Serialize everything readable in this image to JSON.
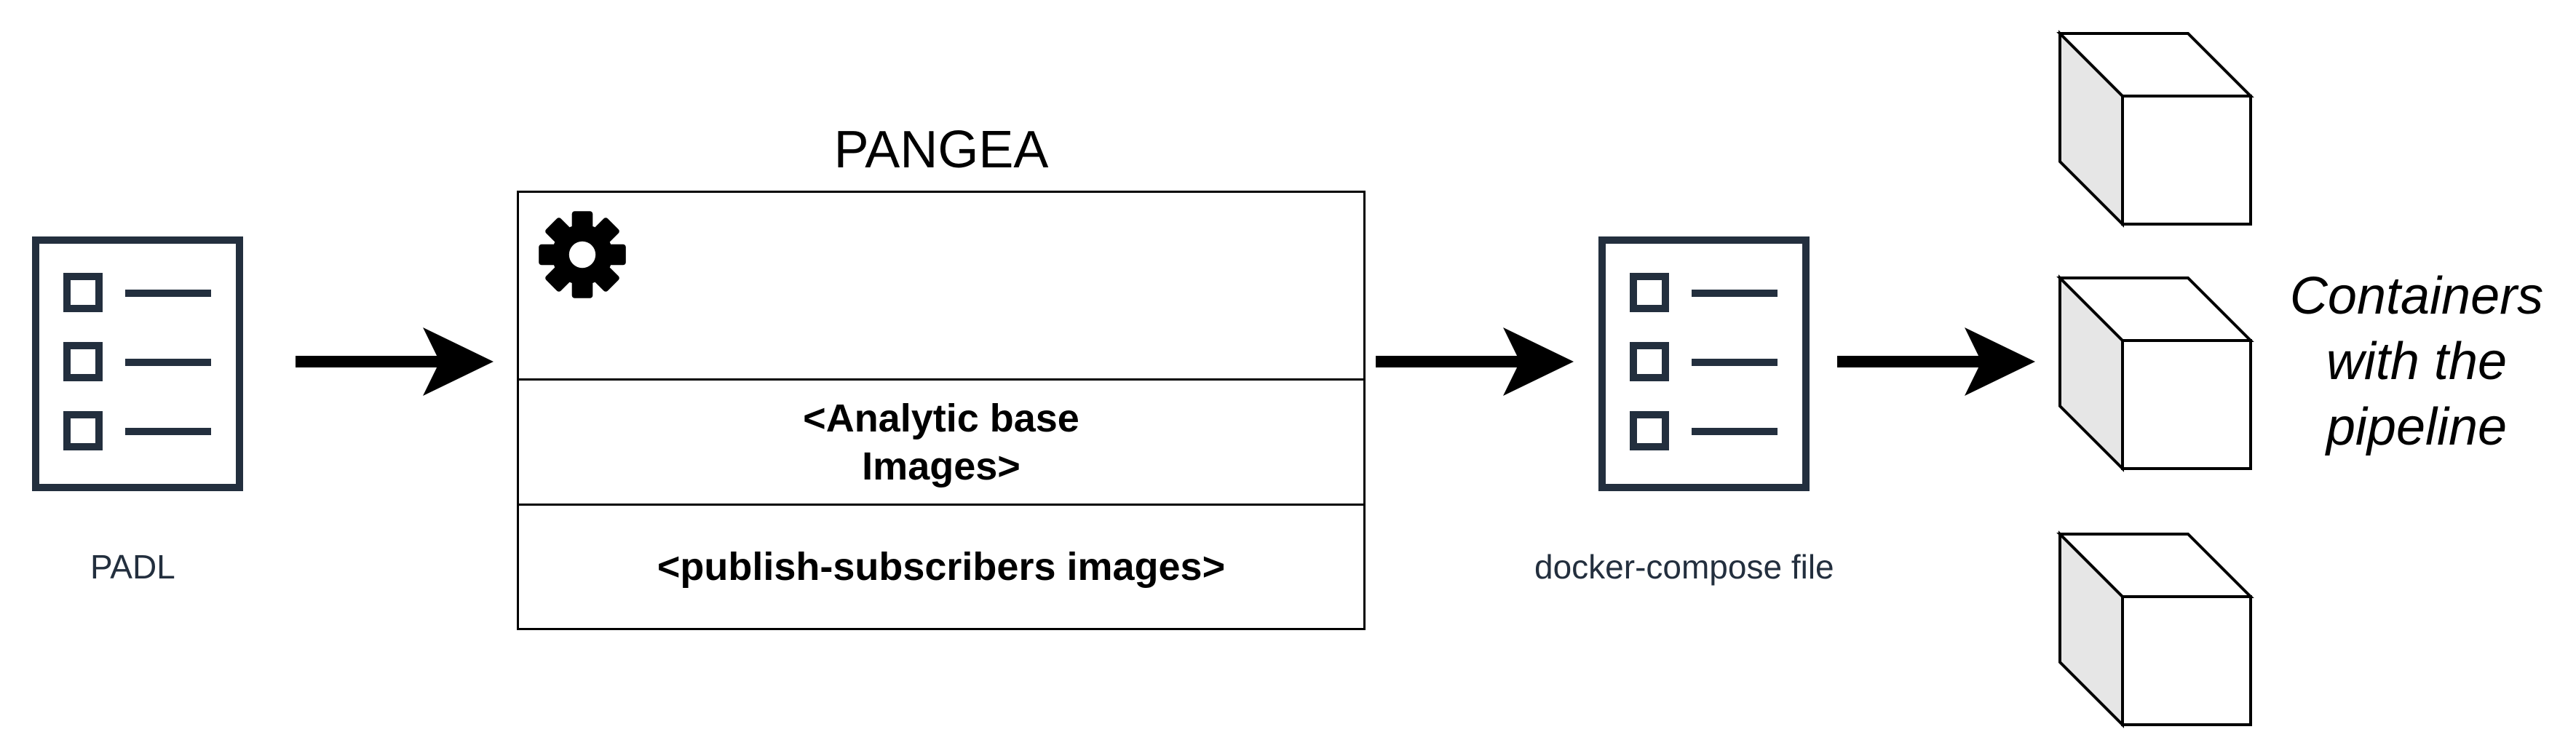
{
  "nodes": {
    "padl": {
      "label": "PADL"
    },
    "pangea": {
      "title": "PANGEA",
      "sections": [
        {
          "icon": "gear-icon"
        },
        {
          "line1": "<Analytic base",
          "line2": "Images>"
        },
        {
          "text": "<publish-subscribers images>"
        }
      ]
    },
    "compose": {
      "label": "docker-compose file"
    },
    "containers": {
      "line1": "Containers",
      "line2": "with the",
      "line3": "pipeline",
      "count": 3
    }
  },
  "icons": {
    "document": "checklist-document-icon",
    "container": "cube-icon",
    "arrow": "right-arrow"
  },
  "colors": {
    "icon_stroke": "#232f3e",
    "cube_face_front": "#ffffff",
    "cube_face_side": "#e6e6e6",
    "stroke": "#000000"
  }
}
